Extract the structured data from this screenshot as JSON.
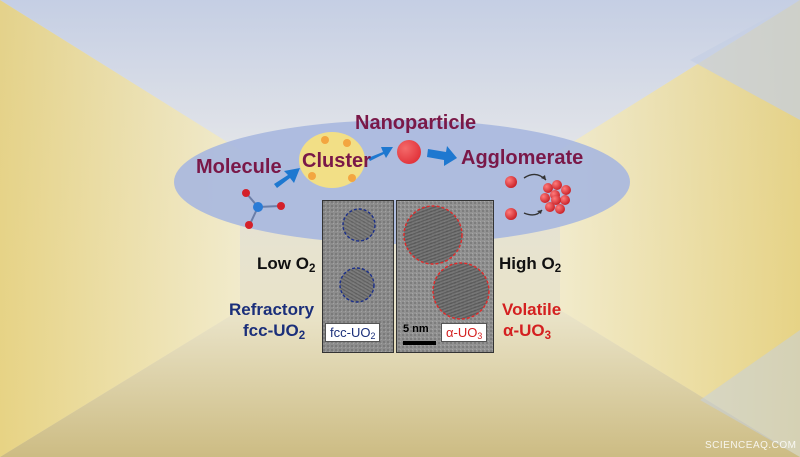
{
  "stages": {
    "molecule": "Molecule",
    "cluster": "Cluster",
    "nanoparticle": "Nanoparticle",
    "agglomerate": "Agglomerate"
  },
  "left": {
    "condition_base": "Low O",
    "condition_sub": "2",
    "phase_line1": "Refractory",
    "phase_line2_base": "fcc-UO",
    "phase_line2_sub": "2"
  },
  "right": {
    "condition_base": "High O",
    "condition_sub": "2",
    "phase_line1": "Volatile",
    "phase_line2_base": "α-UO",
    "phase_line2_sub": "3"
  },
  "micrographs": {
    "left_caption_base": "fcc-UO",
    "left_caption_sub": "2",
    "right_caption_base": "α-UO",
    "right_caption_sub": "3",
    "scale_bar": "5 nm"
  },
  "watermark": "SCIENCEAQ.COM",
  "colors": {
    "stage_text": "#7a1848",
    "fcc_text": "#1b2f7a",
    "alpha_text": "#d42020",
    "arrow": "#1e78d0",
    "ellipse": "#a9b9de",
    "cluster_fill": "#f2df86",
    "particle": "#e0303a"
  }
}
